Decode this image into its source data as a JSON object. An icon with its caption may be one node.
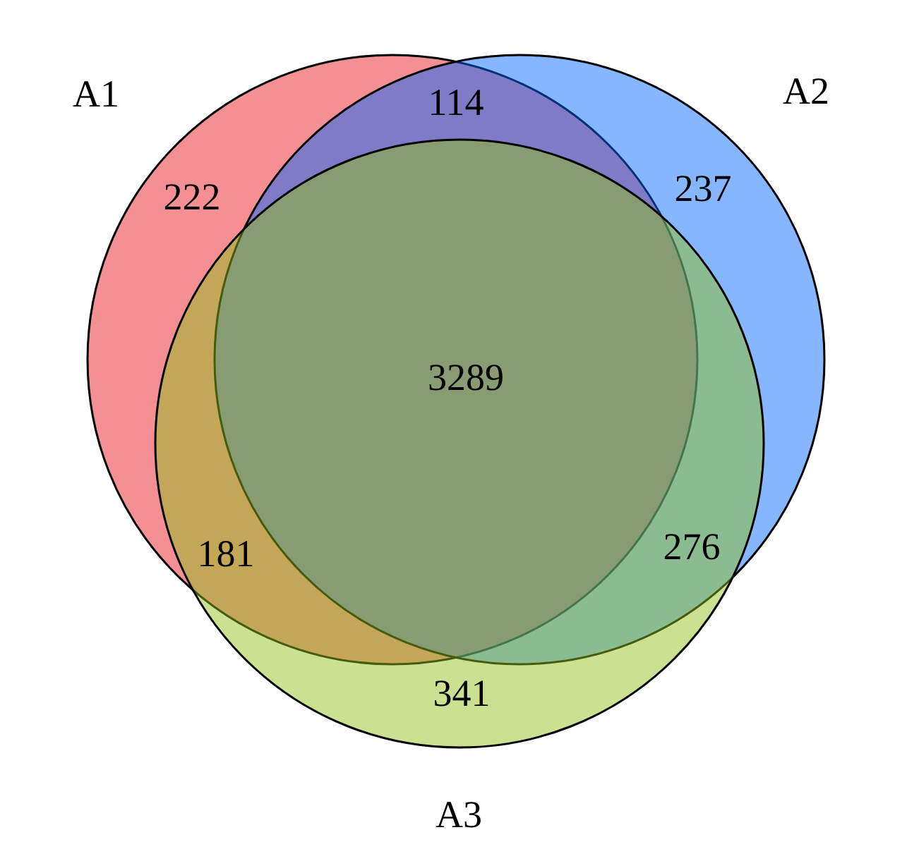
{
  "diagram": {
    "nodes": [
      {
        "text": [
          "A1"
        ]
      },
      {
        "text": [
          "A2"
        ]
      },
      {
        "text": [
          "A3"
        ]
      }
    ],
    "edges": [],
    "labels": [
      "114",
      "222",
      "237",
      "3289",
      "181",
      "276",
      "341"
    ]
  }
}
